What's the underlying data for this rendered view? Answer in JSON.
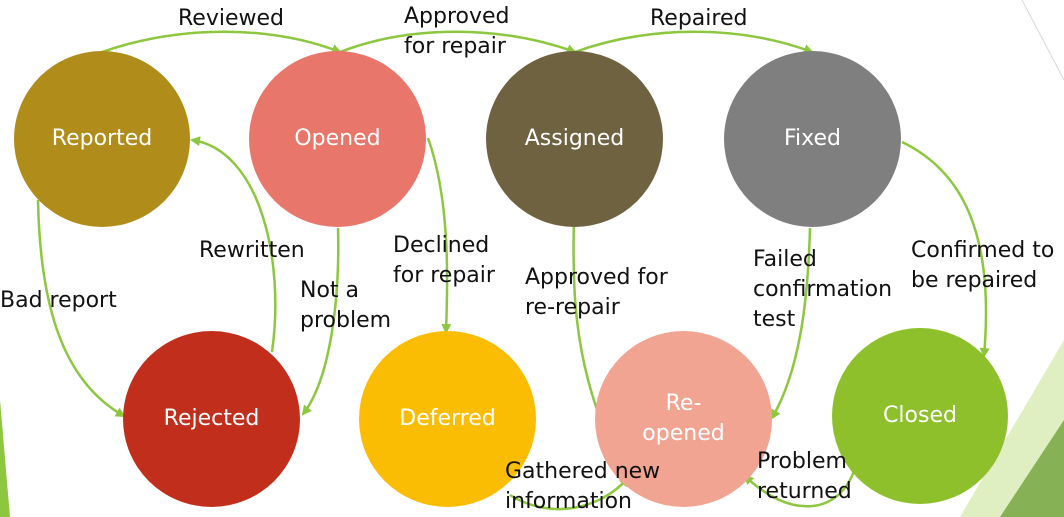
{
  "diagram": {
    "nodes": {
      "reported": {
        "label": "Reported",
        "color": "#b08d1a"
      },
      "opened": {
        "label": "Opened",
        "color": "#e9766a"
      },
      "assigned": {
        "label": "Assigned",
        "color": "#6e6241"
      },
      "fixed": {
        "label": "Fixed",
        "color": "#7f7f7f"
      },
      "rejected": {
        "label": "Rejected",
        "color": "#c22e1c"
      },
      "deferred": {
        "label": "Deferred",
        "color": "#fbbc04"
      },
      "reopened": {
        "label": "Re-\nopened",
        "color": "#f2a493"
      },
      "closed": {
        "label": "Closed",
        "color": "#8dc02b"
      }
    },
    "edges": {
      "reviewed": "Reviewed",
      "approved_for_repair": "Approved\nfor repair",
      "repaired": "Repaired",
      "bad_report": "Bad report",
      "rewritten": "Rewritten",
      "not_a_problem": "Not a\nproblem",
      "declined_for_repair": "Declined\nfor repair",
      "approved_for_rerepair": "Approved for\nre-repair",
      "failed_confirmation_test": "Failed\nconfirmation\ntest",
      "confirmed_to_be_repaired": "Confirmed to\nbe repaired",
      "gathered_new_information": "Gathered new\ninformation",
      "problem_returned": "Problem\nreturned"
    },
    "edge_color": "#8dc63f",
    "accent_color": "#8dc63f"
  }
}
